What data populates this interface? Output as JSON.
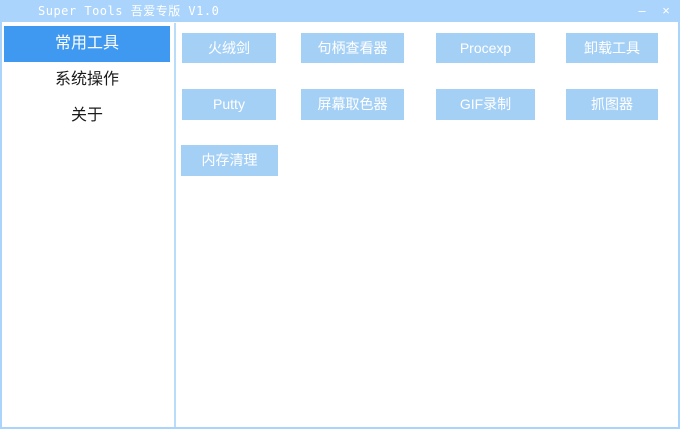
{
  "window": {
    "title": "Super Tools 吾爱专版 V1.0",
    "controls": {
      "minimize_glyph": "–",
      "close_glyph": "×"
    }
  },
  "colors": {
    "titlebar_and_frame": "#aad4fb",
    "divider": "#b9dcfb",
    "sidebar_selected_bg": "#3f99f0",
    "tool_button_bg": "#a5d0f6",
    "content_bg": "#ffffff",
    "light_text": "#ffffff",
    "dark_text": "#1a1a1a"
  },
  "sidebar": {
    "items": [
      {
        "label": "常用工具",
        "selected": true
      },
      {
        "label": "系统操作",
        "selected": false
      },
      {
        "label": "关于",
        "selected": false
      }
    ]
  },
  "main": {
    "buttons": [
      {
        "label": "火绒剑"
      },
      {
        "label": "句柄查看器"
      },
      {
        "label": "Procexp"
      },
      {
        "label": "卸载工具"
      },
      {
        "label": "Putty"
      },
      {
        "label": "屏幕取色器"
      },
      {
        "label": "GIF录制"
      },
      {
        "label": "抓图器"
      },
      {
        "label": "内存清理"
      }
    ]
  }
}
